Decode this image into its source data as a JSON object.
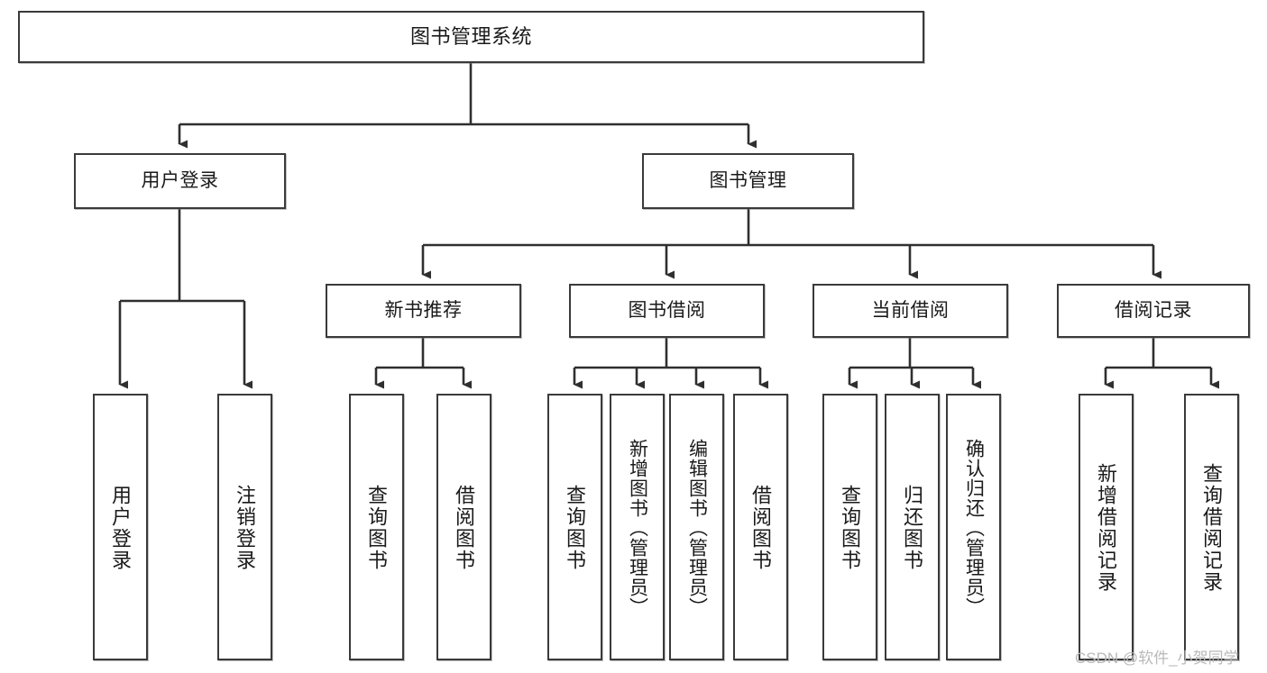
{
  "diagram": {
    "type": "tree",
    "title": "图书管理系统",
    "watermark": "CSDN @软件_小贺同学",
    "colors": {
      "background": "#ffffff",
      "node_border": "#3a3a3a",
      "node_fill": "#ffffff",
      "edge": "#2f2f2f",
      "text": "#1a1a1a",
      "watermark": "#b9b9b9"
    },
    "levels": {
      "root": "图书管理系统",
      "level2": [
        "用户登录",
        "图书管理"
      ],
      "level3": [
        "新书推荐",
        "图书借阅",
        "当前借阅",
        "借阅记录"
      ]
    },
    "nodes": {
      "root": {
        "label": "图书管理系统"
      },
      "user_login": {
        "label": "用户登录"
      },
      "book_manage": {
        "label": "图书管理"
      },
      "new_book_rec": {
        "label": "新书推荐"
      },
      "book_borrow": {
        "label": "图书借阅"
      },
      "current_borrow": {
        "label": "当前借阅"
      },
      "borrow_record": {
        "label": "借阅记录"
      },
      "leaf_user_login": {
        "label": "用户登录"
      },
      "leaf_logout": {
        "label": "注销登录"
      },
      "leaf_query_book_a": {
        "label": "查询图书"
      },
      "leaf_borrow_book_a": {
        "label": "借阅图书"
      },
      "leaf_query_book_b": {
        "label": "查询图书"
      },
      "leaf_add_book": {
        "label": "新增图书（管理员）"
      },
      "leaf_edit_book": {
        "label": "编辑图书（管理员）"
      },
      "leaf_borrow_book_b": {
        "label": "借阅图书"
      },
      "leaf_query_book_c": {
        "label": "查询图书"
      },
      "leaf_return_book": {
        "label": "归还图书"
      },
      "leaf_confirm_return": {
        "label": "确认归还（管理员）"
      },
      "leaf_add_record": {
        "label": "新增借阅记录"
      },
      "leaf_query_record": {
        "label": "查询借阅记录"
      }
    },
    "edges": [
      {
        "from": "root",
        "to": "用户登录"
      },
      {
        "from": "root",
        "to": "图书管理"
      },
      {
        "from": "用户登录",
        "to": "用户登录(叶)"
      },
      {
        "from": "用户登录",
        "to": "注销登录"
      },
      {
        "from": "图书管理",
        "to": "新书推荐"
      },
      {
        "from": "图书管理",
        "to": "图书借阅"
      },
      {
        "from": "图书管理",
        "to": "当前借阅"
      },
      {
        "from": "图书管理",
        "to": "借阅记录"
      },
      {
        "from": "新书推荐",
        "to": "查询图书"
      },
      {
        "from": "新书推荐",
        "to": "借阅图书"
      },
      {
        "from": "图书借阅",
        "to": "查询图书"
      },
      {
        "from": "图书借阅",
        "to": "新增图书（管理员）"
      },
      {
        "from": "图书借阅",
        "to": "编辑图书（管理员）"
      },
      {
        "from": "图书借阅",
        "to": "借阅图书"
      },
      {
        "from": "当前借阅",
        "to": "查询图书"
      },
      {
        "from": "当前借阅",
        "to": "归还图书"
      },
      {
        "from": "当前借阅",
        "to": "确认归还（管理员）"
      },
      {
        "from": "借阅记录",
        "to": "新增借阅记录"
      },
      {
        "from": "借阅记录",
        "to": "查询借阅记录"
      }
    ]
  }
}
